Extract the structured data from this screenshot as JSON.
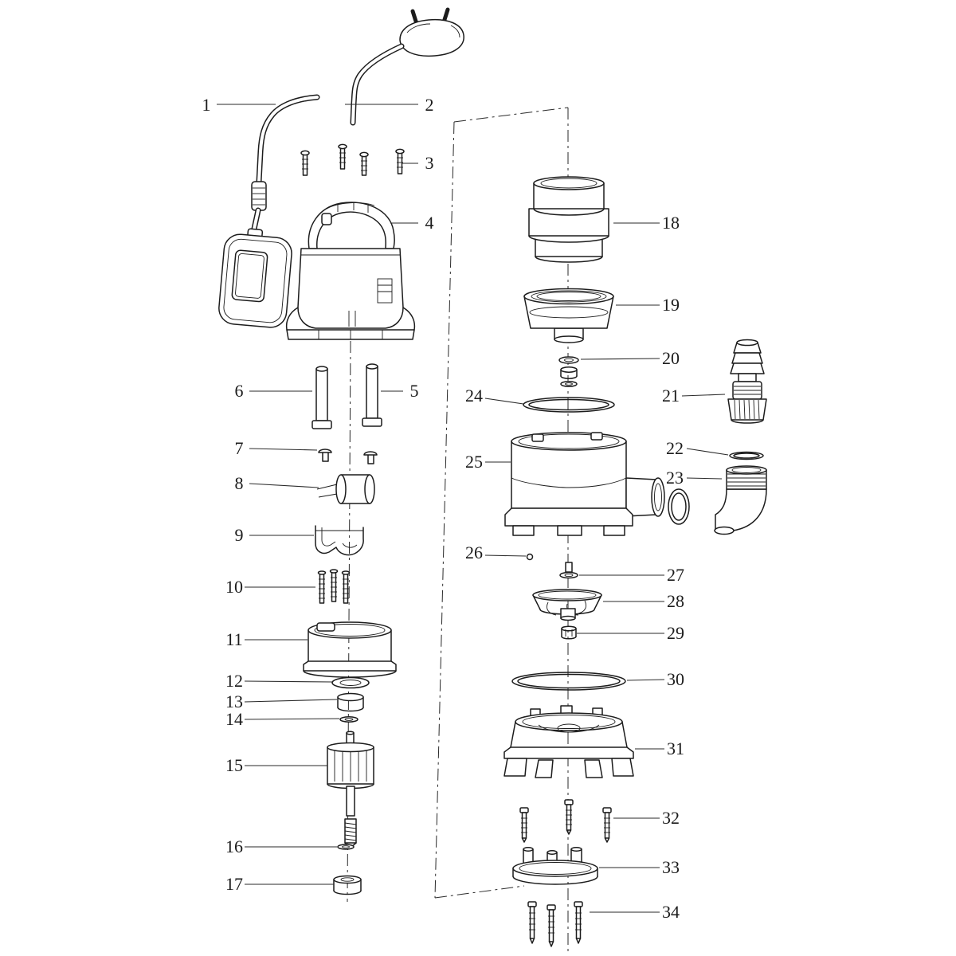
{
  "diagram": {
    "type": "exploded-parts-diagram",
    "subject": "submersible pump exploded view",
    "background": "#ffffff",
    "line_color": "#1c1c1c",
    "callouts": [
      "1",
      "2",
      "3",
      "4",
      "5",
      "6",
      "7",
      "8",
      "9",
      "10",
      "11",
      "12",
      "13",
      "14",
      "15",
      "16",
      "17",
      "18",
      "19",
      "20",
      "21",
      "22",
      "23",
      "24",
      "25",
      "26",
      "27",
      "28",
      "29",
      "30",
      "31",
      "32",
      "33",
      "34"
    ]
  }
}
